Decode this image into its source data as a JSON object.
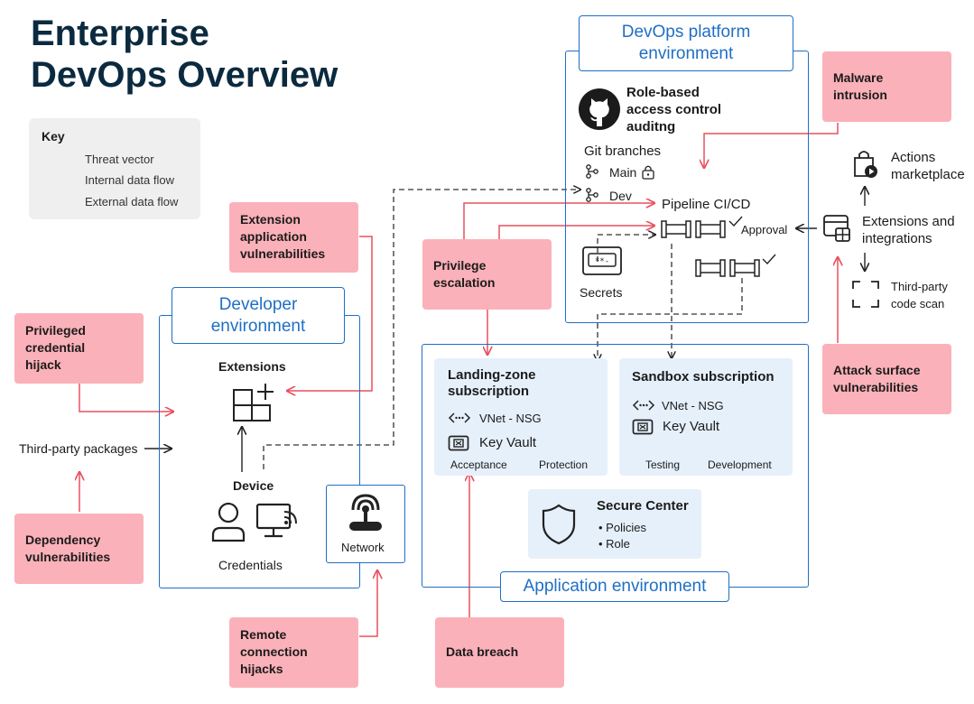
{
  "title": {
    "line1": "Enterprise",
    "line2": "DevOps Overview"
  },
  "key": {
    "title": "Key",
    "threat_vector": "Threat vector",
    "internal_flow": "Internal data flow",
    "external_flow": "External data flow"
  },
  "devops_platform": {
    "label_line1": "DevOps platform",
    "label_line2": "environment",
    "rbac": [
      "Role-based",
      "access control",
      "auditng"
    ],
    "git_branches": "Git branches",
    "main": "Main",
    "dev": "Dev",
    "pipeline": "Pipeline CI/CD",
    "approval": "Approval",
    "secrets": "Secrets"
  },
  "integrations": {
    "actions": [
      "Actions",
      "marketplace"
    ],
    "extensions": [
      "Extensions and",
      "integrations"
    ],
    "code_scan": [
      "Third-party",
      "code scan"
    ]
  },
  "developer_env": {
    "label_line1": "Developer",
    "label_line2": "environment",
    "extensions": "Extensions",
    "device": "Device",
    "credentials": "Credentials",
    "network": "Network",
    "third_party_packages": "Third-party packages"
  },
  "application_env": {
    "label": "Application environment",
    "landing_zone": {
      "title_line1": "Landing-zone",
      "title_line2": "subscription",
      "vnet": "VNet - NSG",
      "key_vault": "Key Vault",
      "stage1": "Acceptance",
      "stage2": "Protection"
    },
    "sandbox": {
      "title": "Sandbox subscription",
      "vnet": "VNet - NSG",
      "key_vault": "Key Vault",
      "stage1": "Testing",
      "stage2": "Development"
    },
    "secure_center": {
      "title": "Secure Center",
      "items": [
        "Policies",
        "Role"
      ]
    }
  },
  "threats": {
    "malware": [
      "Malware",
      "intrusion"
    ],
    "extension_vuln": [
      "Extension",
      "application",
      "vulnerabilities"
    ],
    "privilege_escalation": [
      "Privilege",
      "escalation"
    ],
    "privileged_hijack": [
      "Privileged",
      "credential",
      "hijack"
    ],
    "dependency": [
      "Dependency",
      "vulnerabilities"
    ],
    "attack_surface": [
      "Attack surface",
      "vulnerabilities"
    ],
    "remote_connection": [
      "Remote",
      "connection",
      "hijacks"
    ],
    "data_breach": [
      "Data breach"
    ]
  },
  "colors": {
    "threat": "#fbb1b9",
    "threat_line": "#e8505f",
    "env_blue": "#1f6fc5",
    "sub_bg": "#e6f0fb",
    "title": "#0b2a3f"
  }
}
